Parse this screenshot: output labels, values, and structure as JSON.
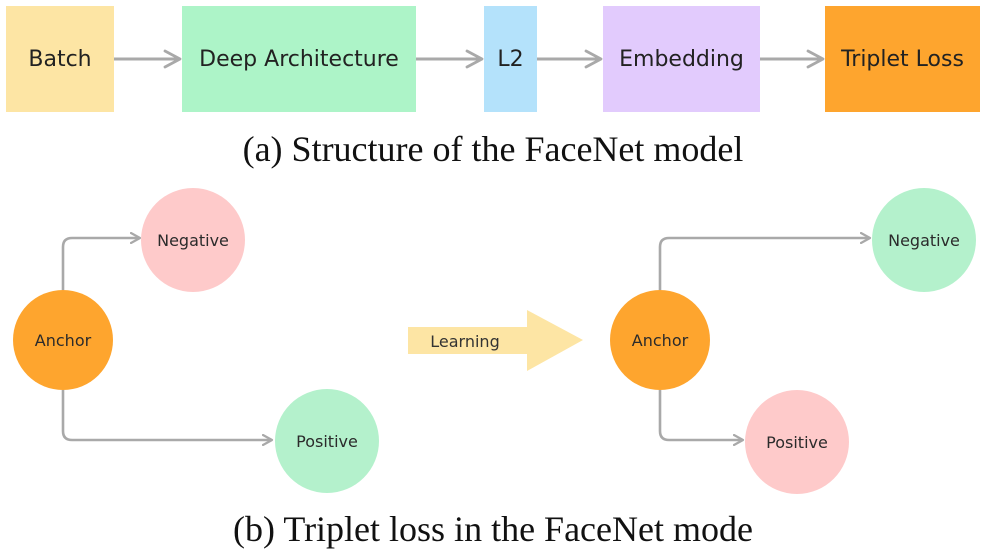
{
  "colors": {
    "batch": "#fde5a4",
    "deep": "#adf4c8",
    "l2": "#b4e2fb",
    "embedding": "#e2cbfd",
    "triplet": "#fea52e",
    "anchor": "#fea52e",
    "negative_a": "#fecaca",
    "positive_a": "#b4f1cc",
    "negative_b": "#b4f1cc",
    "positive_b": "#fecaca",
    "learning_arrow": "#fde5a4",
    "connector": "#a9a9a9"
  },
  "pipeline": {
    "batch": "Batch",
    "deep": "Deep Architecture",
    "l2": "L2",
    "embedding": "Embedding",
    "triplet": "Triplet Loss"
  },
  "caption_a": "(a) Structure of the FaceNet model",
  "triplet_before": {
    "anchor": "Anchor",
    "negative": "Negative",
    "positive": "Positive"
  },
  "learning": "Learning",
  "triplet_after": {
    "anchor": "Anchor",
    "negative": "Negative",
    "positive": "Positive"
  },
  "caption_b": "(b) Triplet loss in the FaceNet mode"
}
